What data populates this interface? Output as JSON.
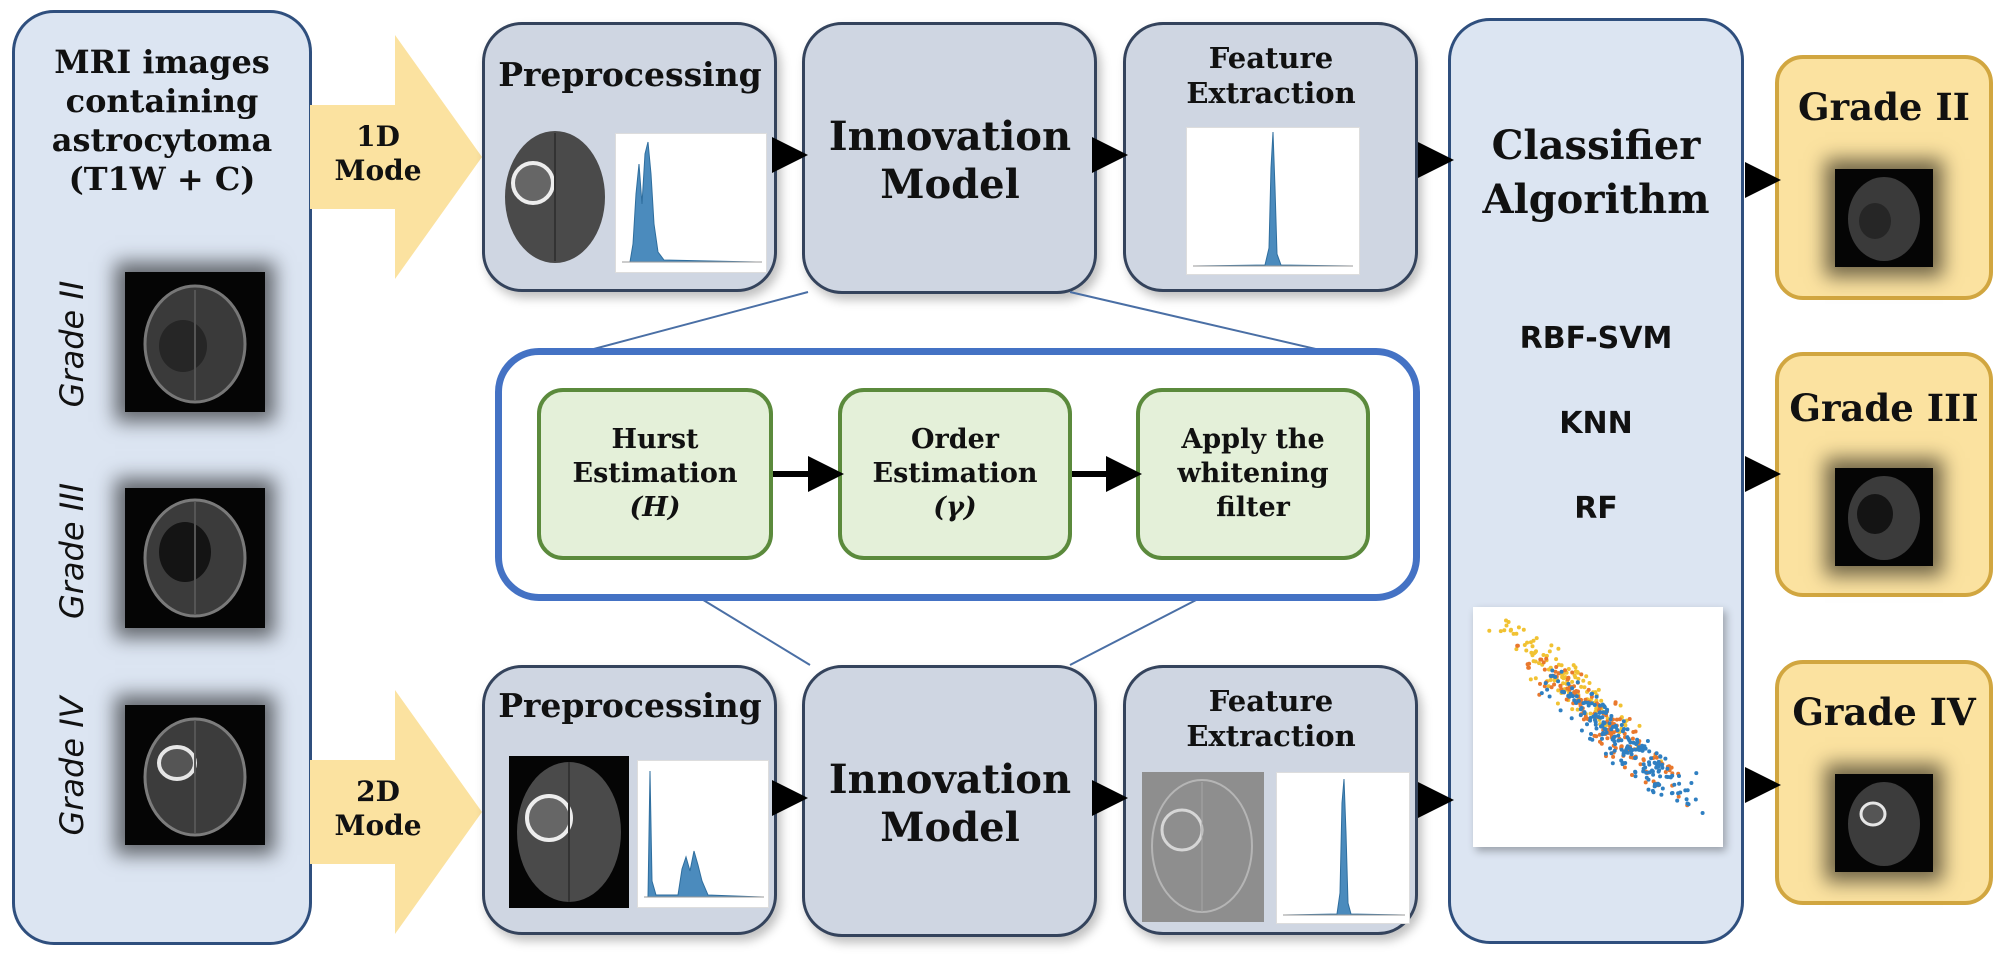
{
  "input": {
    "title_lines": [
      "MRI images",
      "containing",
      "astrocytoma",
      "(T1W + C)"
    ],
    "grades": [
      "Grade II",
      "Grade III",
      "Grade IV"
    ]
  },
  "modes": {
    "top": [
      "1D",
      "Mode"
    ],
    "bottom": [
      "2D",
      "Mode"
    ]
  },
  "pipeline": {
    "preprocessing": "Preprocessing",
    "innovation": [
      "Innovation",
      "Model"
    ],
    "feature": [
      "Feature",
      "Extraction"
    ]
  },
  "innovation_detail": [
    {
      "lines": [
        "Hurst",
        "Estimation",
        "(H)"
      ]
    },
    {
      "lines": [
        "Order",
        "Estimation",
        "(γ)"
      ]
    },
    {
      "lines": [
        "Apply the",
        "whitening",
        "filter"
      ]
    }
  ],
  "classifier": {
    "title": [
      "Classifier",
      "Algorithm"
    ],
    "algorithms": [
      "RBF-SVM",
      "KNN",
      "RF"
    ]
  },
  "outputs": [
    "Grade II",
    "Grade III",
    "Grade IV"
  ],
  "colors": {
    "panel_blue": "#dce5f2",
    "box_gray": "#cfd6e2",
    "arrow_yellow": "#fbe2a0",
    "detail_green": "#e4f0d9",
    "detail_border_blue": "#4472c4",
    "scatter_blue": "#2f7fc1",
    "scatter_orange": "#e9782d",
    "scatter_yellow": "#f1c232"
  }
}
